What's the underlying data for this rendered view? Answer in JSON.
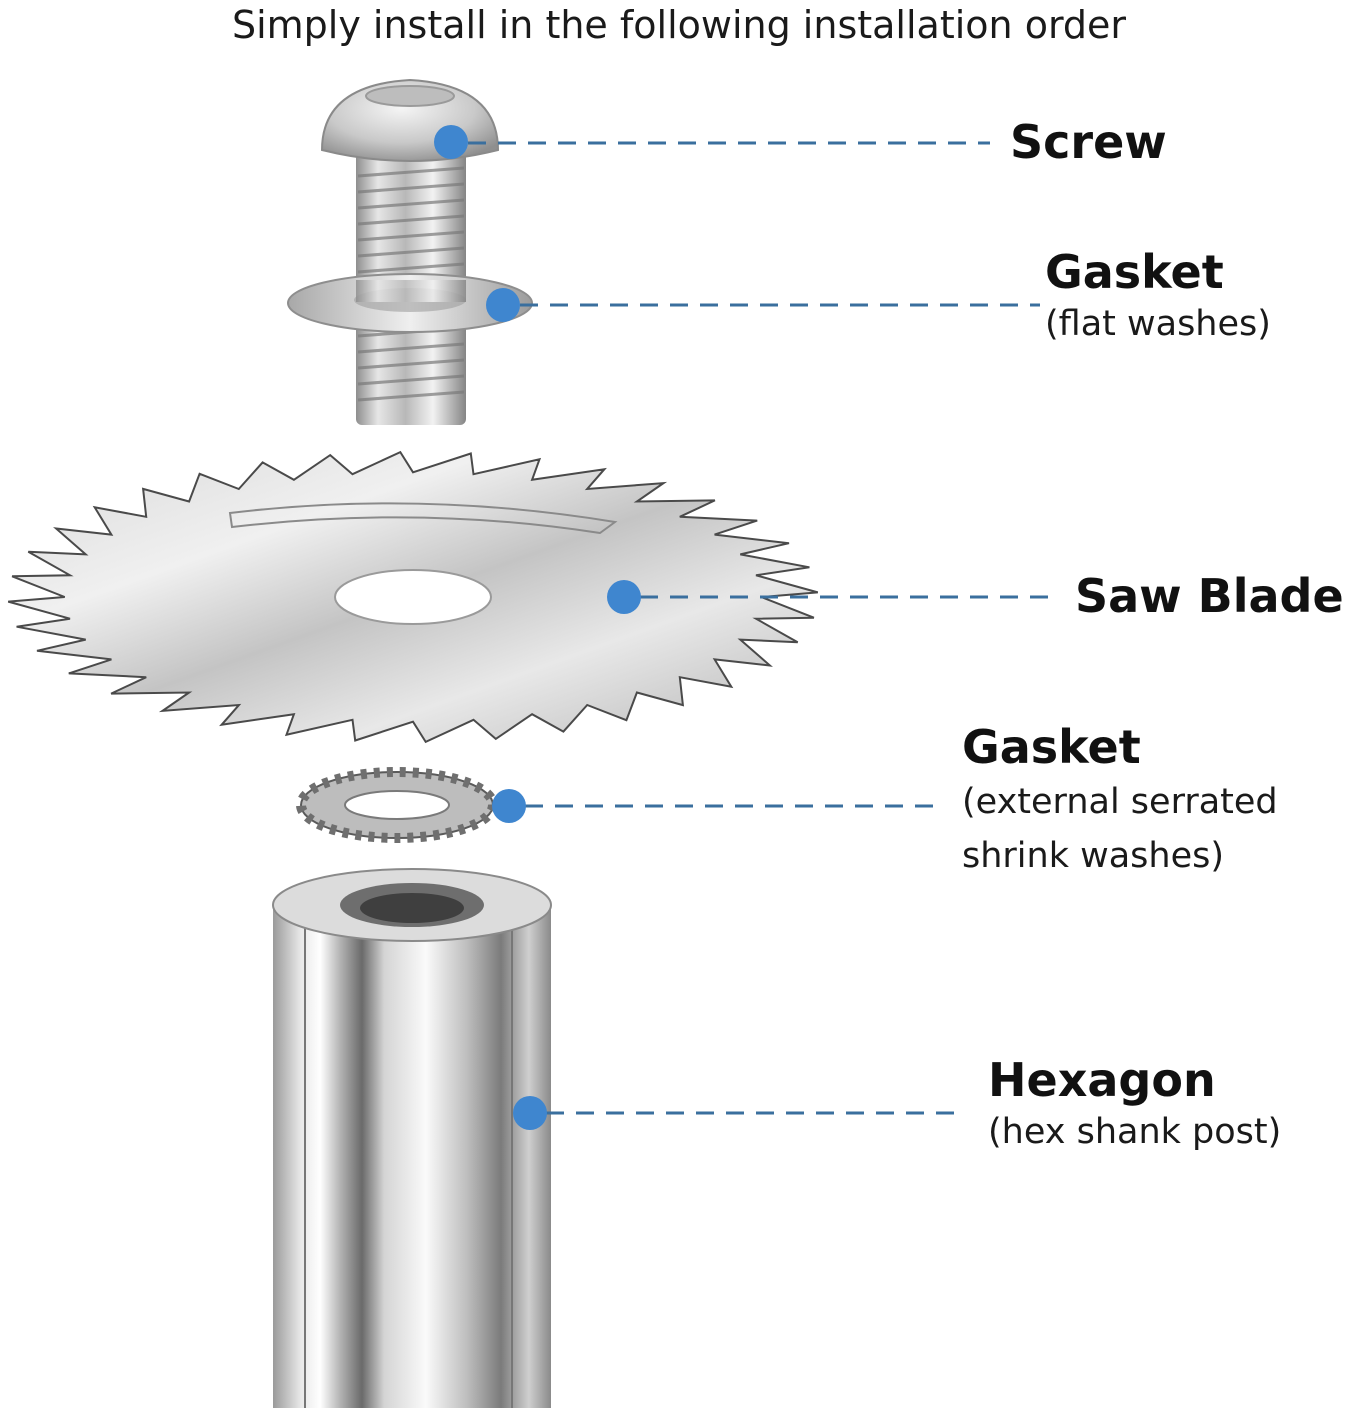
{
  "title": "Simply install in the following installation order",
  "marker_color": "#3f86cf",
  "parts": [
    {
      "label": "Screw",
      "note": ""
    },
    {
      "label": "Gasket",
      "note": "(flat washes)"
    },
    {
      "label": "Saw Blade",
      "note": ""
    },
    {
      "label": "Gasket",
      "note": "(external serrated\nshrink washes)"
    },
    {
      "label": "Hexagon",
      "note": "(hex shank post)"
    }
  ]
}
